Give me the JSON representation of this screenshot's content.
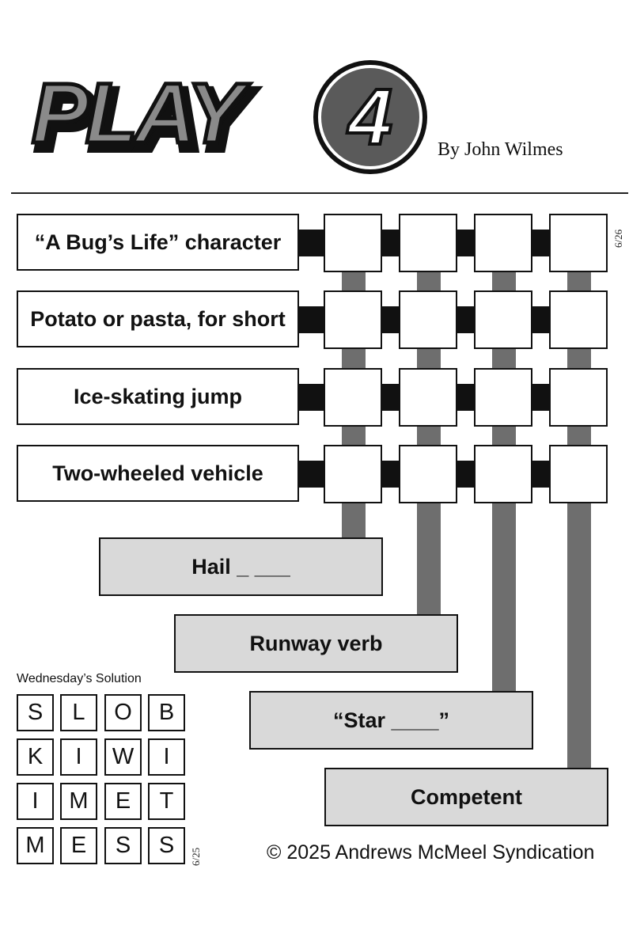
{
  "header": {
    "logo_text": "PLAY",
    "logo_number": "4",
    "byline": "By John Wilmes"
  },
  "puzzle": {
    "date_tag": "6/26",
    "row_clues": [
      "“A Bug’s Life” character",
      "Potato or pasta, for short",
      "Ice-skating jump",
      "Two-wheeled vehicle"
    ],
    "column_clues": [
      "Hail _ ___",
      "Runway verb",
      "“Star ____”",
      "Competent"
    ]
  },
  "solution": {
    "title": "Wednesday’s Solution",
    "date_tag": "6/25",
    "grid": [
      [
        "S",
        "L",
        "O",
        "B"
      ],
      [
        "K",
        "I",
        "W",
        "I"
      ],
      [
        "I",
        "M",
        "E",
        "T"
      ],
      [
        "M",
        "E",
        "S",
        "S"
      ]
    ]
  },
  "footer": {
    "copyright": "© 2025 Andrews McMeel Syndication"
  },
  "colors": {
    "cell_border": "#111111",
    "row_connector": "#111111",
    "column_connector": "#6e6e6e",
    "column_clue_fill": "#d9d9d9"
  }
}
